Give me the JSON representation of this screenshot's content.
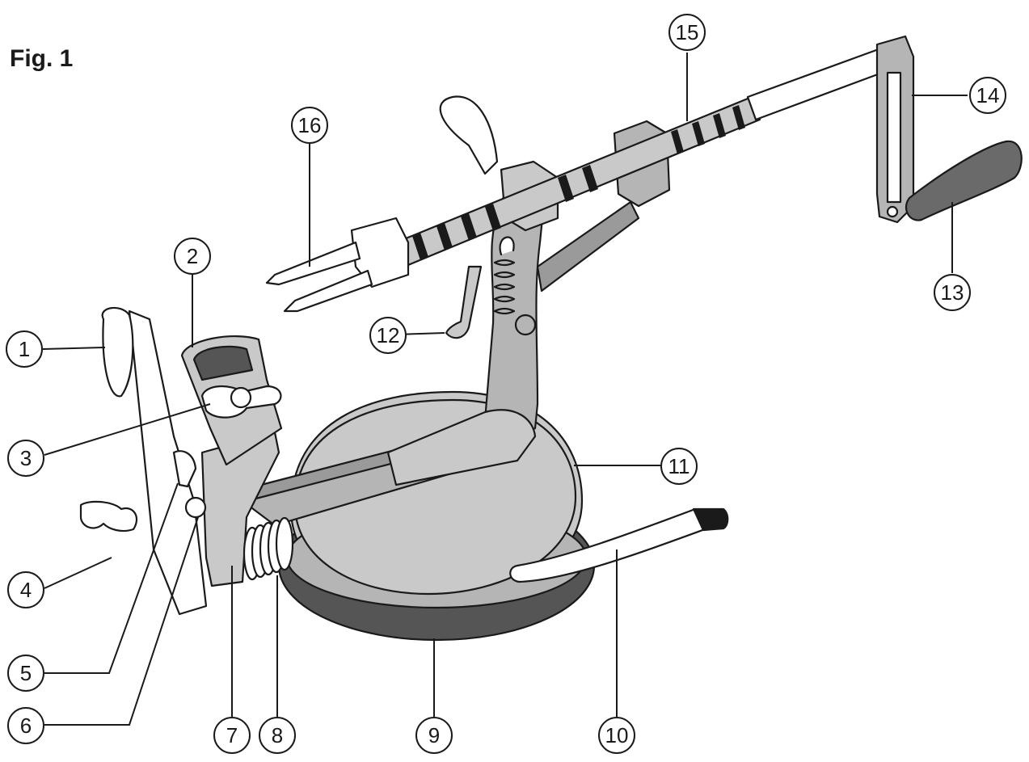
{
  "figure": {
    "title": "Fig. 1",
    "callouts": [
      "1",
      "2",
      "3",
      "4",
      "5",
      "6",
      "7",
      "8",
      "9",
      "10",
      "11",
      "12",
      "13",
      "14",
      "15",
      "16"
    ]
  },
  "colors": {
    "line": "#1a1a1a",
    "metal_light": "#c9c9c9",
    "metal_mid": "#b5b5b5",
    "metal_dark": "#9a9a9a",
    "rubber": "#555555",
    "handle": "#6a6a6a",
    "white": "#ffffff"
  }
}
